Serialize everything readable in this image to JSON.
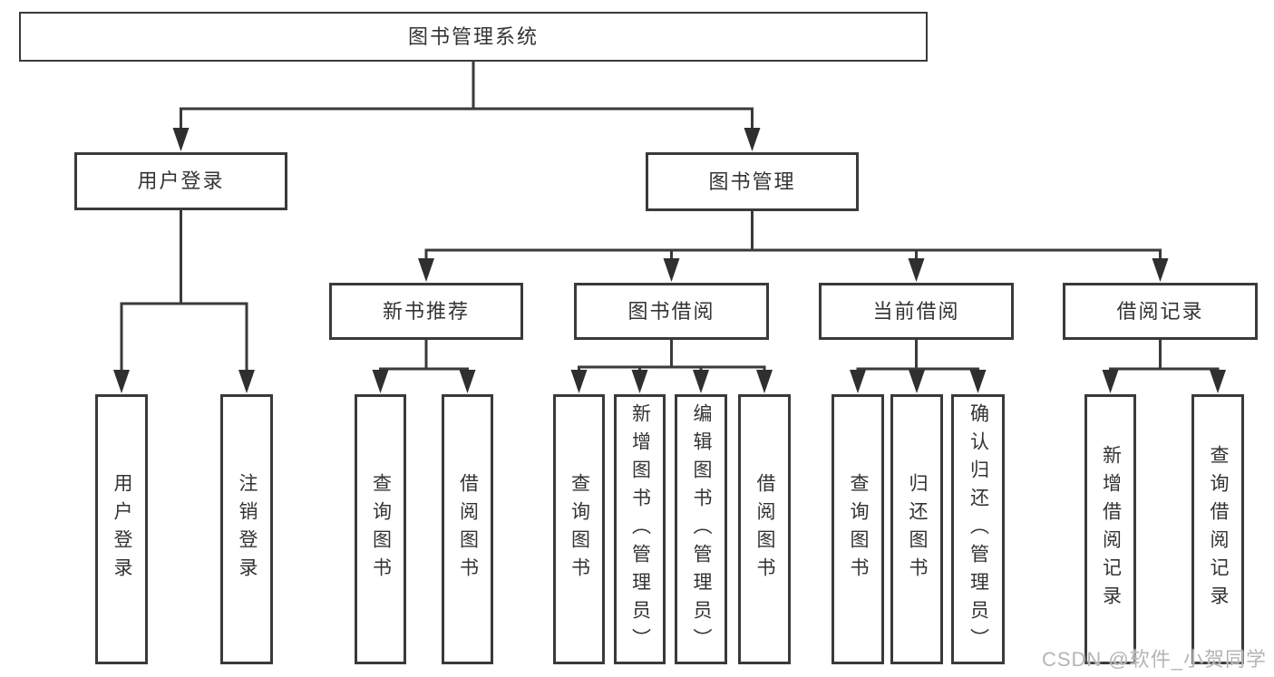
{
  "nodes": {
    "root": "图书管理系统",
    "user_login": "用户登录",
    "book_mgmt": "图书管理",
    "new_books": "新书推荐",
    "book_borrow": "图书借阅",
    "current_borrow": "当前借阅",
    "borrow_records": "借阅记录",
    "login_user": "用户登录",
    "logout": "注销登录",
    "newbooks_query": "查询图书",
    "newbooks_borrow": "借阅图书",
    "borrow_query": "查询图书",
    "borrow_add": "新增图书（管理员）",
    "borrow_edit": "编辑图书（管理员）",
    "borrow_do": "借阅图书",
    "current_query": "查询图书",
    "current_return": "归还图书",
    "current_confirm": "确认归还（管理员）",
    "records_add": "新增借阅记录",
    "records_query": "查询借阅记录"
  },
  "watermark": "CSDN @软件_小贺同学",
  "colors": {
    "line": "#3a3a3a",
    "arrow": "#2f2f2f",
    "text": "#333333",
    "watermark": "#b5b5b5"
  }
}
